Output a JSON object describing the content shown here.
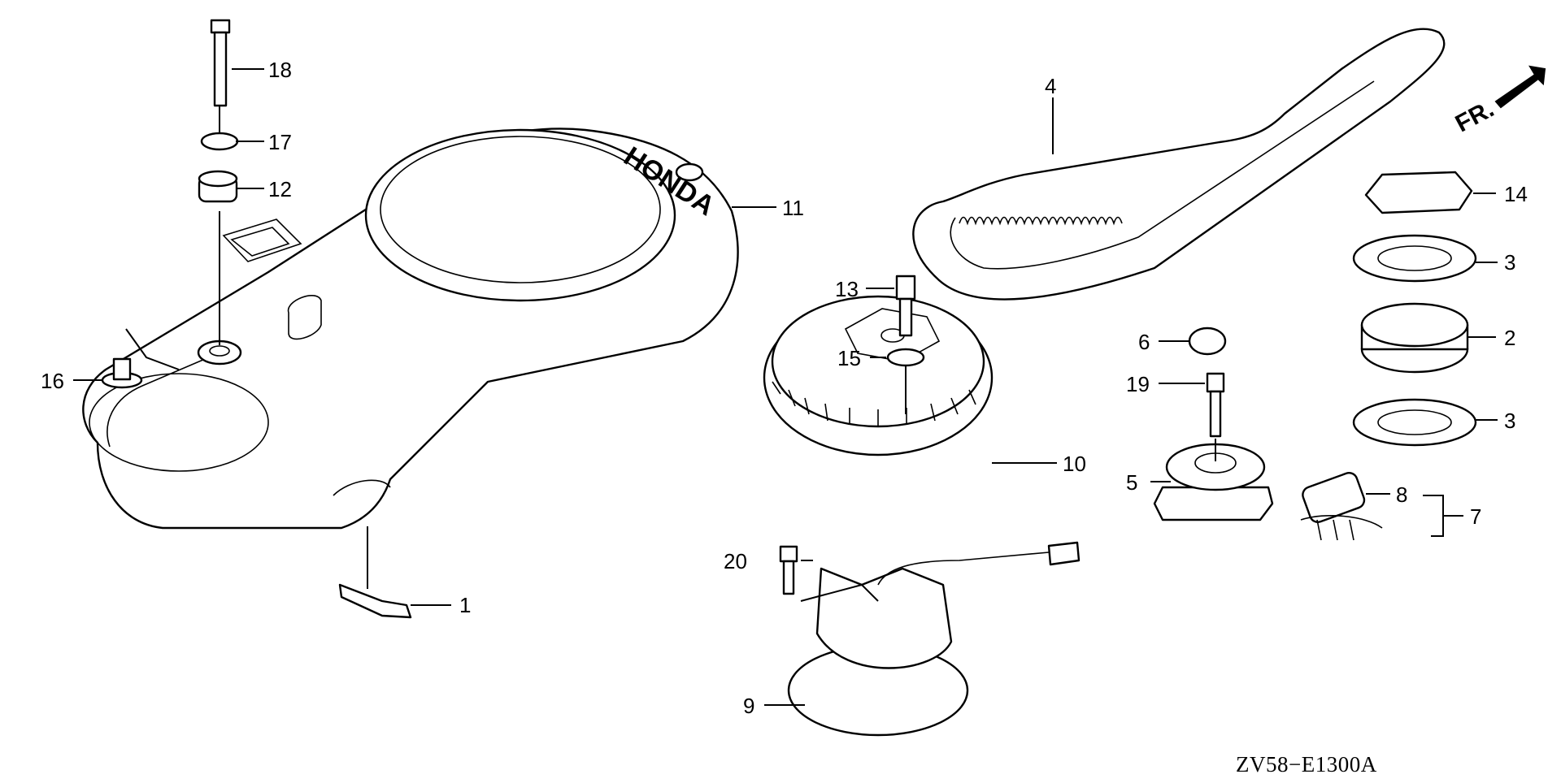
{
  "diagram": {
    "brand_text": "HONDA",
    "direction_label": "FR.",
    "diagram_code": "ZV58−E1300A",
    "callouts": {
      "c1": "1",
      "c2": "2",
      "c3a": "3",
      "c3b": "3",
      "c4": "4",
      "c5": "5",
      "c6": "6",
      "c7": "7",
      "c8": "8",
      "c9": "9",
      "c10": "10",
      "c11": "11",
      "c12": "12",
      "c13": "13",
      "c14": "14",
      "c15": "15",
      "c16": "16",
      "c17": "17",
      "c18": "18",
      "c19": "19",
      "c20": "20"
    }
  }
}
